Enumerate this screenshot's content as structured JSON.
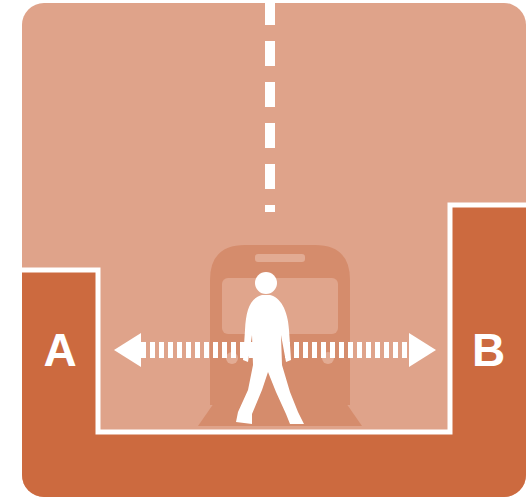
{
  "diagram": {
    "nodes": [
      {
        "text": [
          "A"
        ]
      },
      {
        "text": [
          "B"
        ]
      }
    ],
    "edges": [
      {
        "from": 0,
        "to": 1,
        "arrow": "both"
      }
    ]
  }
}
